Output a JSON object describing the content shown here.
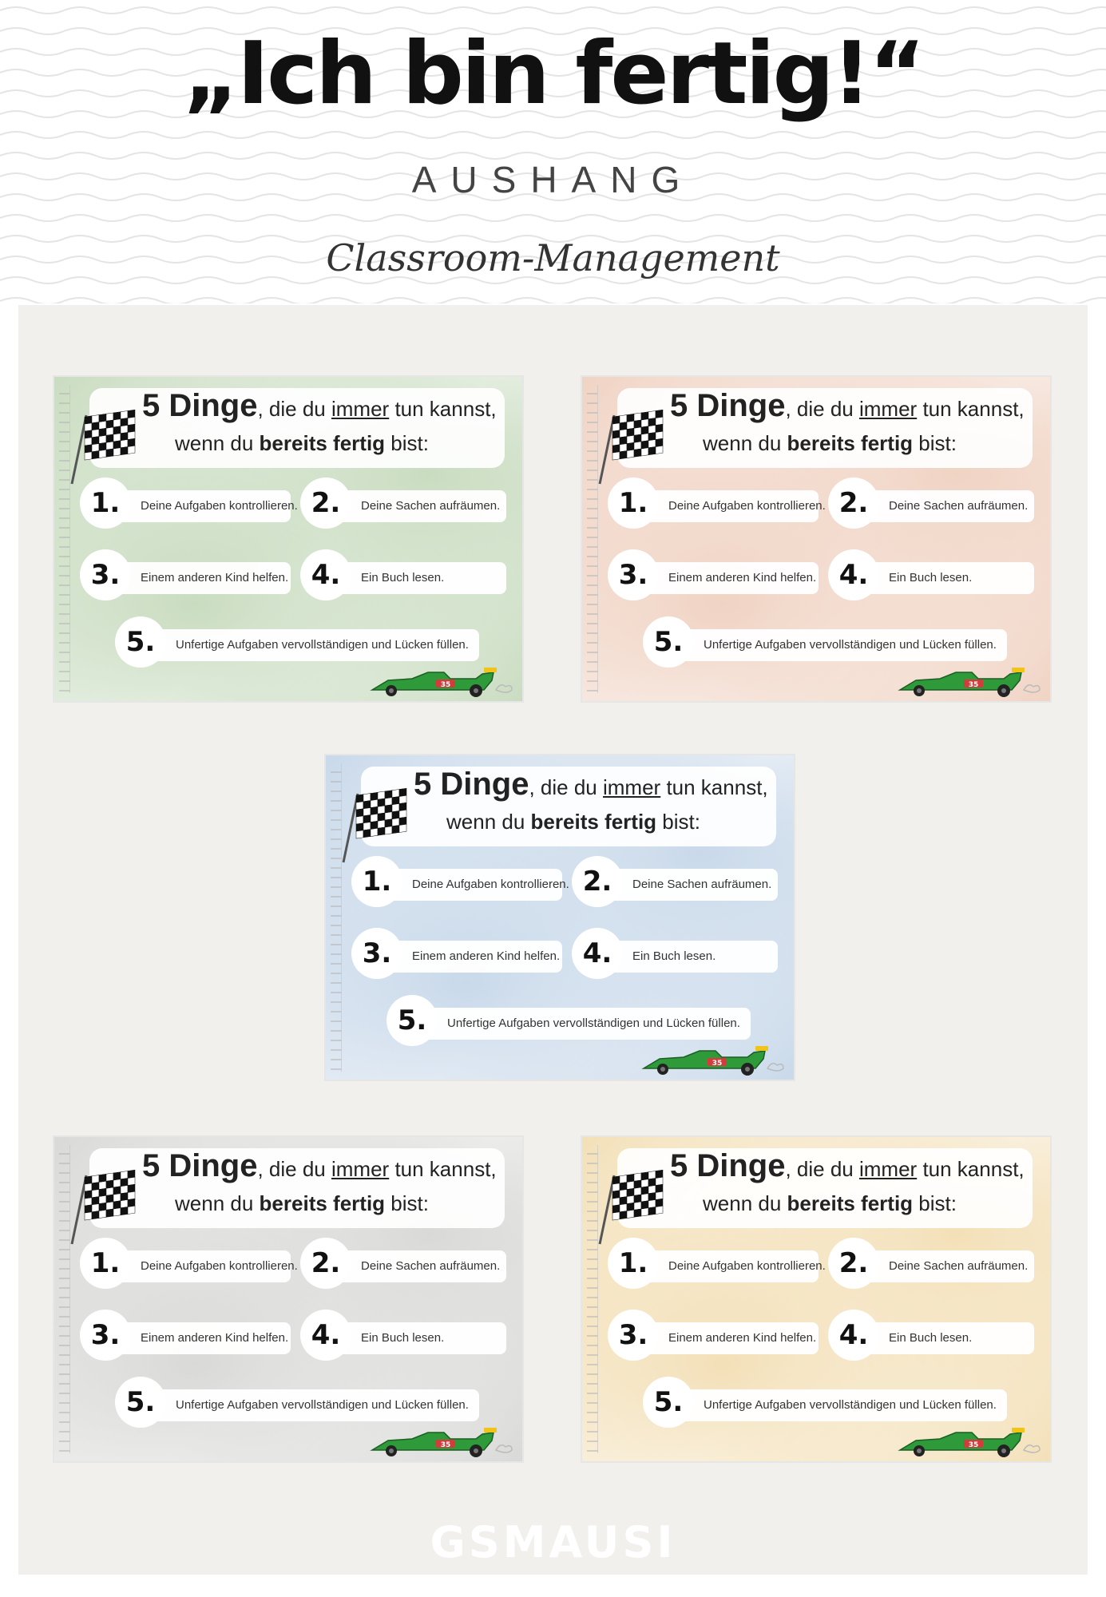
{
  "header": {
    "title": "„Ich bin fertig!“",
    "subtitle": "AUSHANG",
    "tagline": "Classroom-Management"
  },
  "poster": {
    "heading_count": "5 Dinge",
    "heading_part1": ", die du ",
    "heading_emphasis": "immer",
    "heading_part2": " tun kannst,",
    "line2_part1": "wenn du ",
    "line2_bold1": "bereits",
    "line2_bold2": "fertig",
    "line2_part2": " bist:",
    "items": [
      {
        "num": "1.",
        "text": "Deine Aufgaben kontrollieren."
      },
      {
        "num": "2.",
        "text": "Deine Sachen aufräumen."
      },
      {
        "num": "3.",
        "text": "Einem anderen Kind helfen."
      },
      {
        "num": "4.",
        "text": "Ein Buch lesen."
      },
      {
        "num": "5.",
        "text": "Unfertige Aufgaben vervollständigen und Lücken füllen."
      }
    ],
    "car_number": "35",
    "icons": [
      "checkered-flag-icon",
      "race-car-icon"
    ]
  },
  "variants": [
    {
      "color": "#c9dcc0",
      "name": "green"
    },
    {
      "color": "#f0d3c3",
      "name": "peach"
    },
    {
      "color": "#c9d9ea",
      "name": "blue"
    },
    {
      "color": "#d9d9d7",
      "name": "grey"
    },
    {
      "color": "#f3e0b8",
      "name": "yellow"
    }
  ],
  "footer": {
    "watermark": "GSMAUSI"
  },
  "colors": {
    "panel": "#f1f0ec",
    "text": "#111111"
  }
}
